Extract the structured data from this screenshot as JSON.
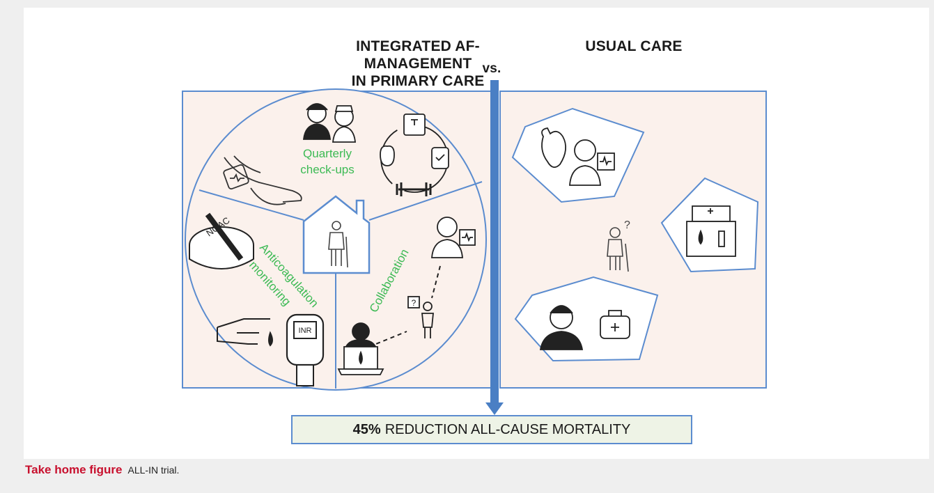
{
  "headings": {
    "left_line1": "INTEGRATED AF-MANAGEMENT",
    "left_line2": "IN PRIMARY CARE",
    "vs": "vs.",
    "right": "USUAL CARE"
  },
  "sections": {
    "quarterly_line1": "Quarterly",
    "quarterly_line2": "check-ups",
    "anticoag_line1": "Anticoagulation",
    "anticoag_line2": "monitoring",
    "collaboration": "Collaboration"
  },
  "icon_text": {
    "noac": "NOAC",
    "inr": "INR",
    "question": "?"
  },
  "result": {
    "percent": "45%",
    "text": "REDUCTION ALL-CAUSE MORTALITY"
  },
  "caption": {
    "label": "Take home figure",
    "text": "ALL-IN trial."
  },
  "colors": {
    "panel_fill": "#fbf1ec",
    "border_blue": "#5b8ccf",
    "arrow_blue": "#4a7fc4",
    "label_green": "#3cba54",
    "caption_red": "#c8102e",
    "result_fill": "#eef3e6"
  }
}
